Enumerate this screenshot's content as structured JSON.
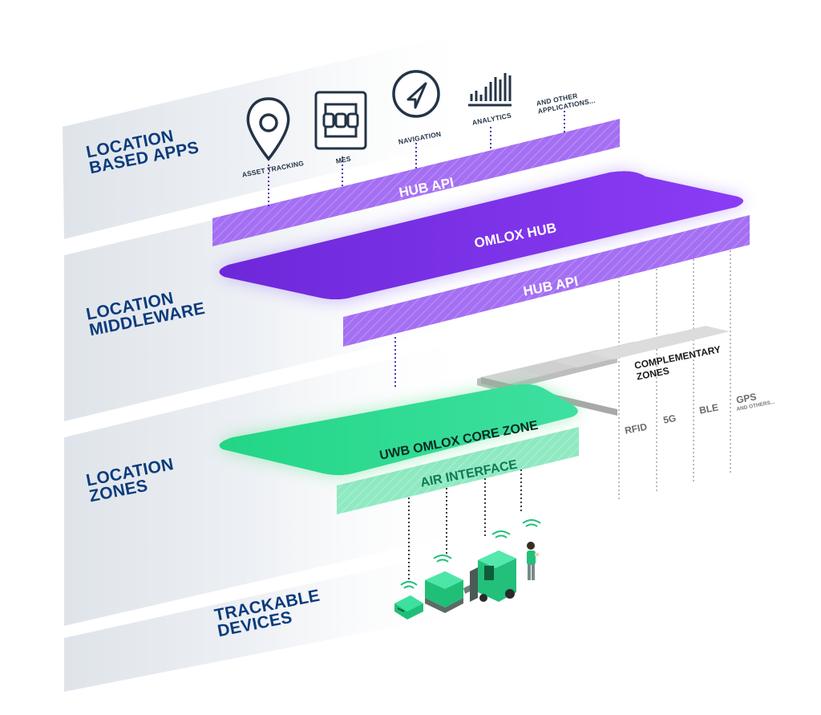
{
  "layers": {
    "apps": [
      "LOCATION",
      "BASED APPS"
    ],
    "middleware": [
      "LOCATION",
      "MIDDLEWARE"
    ],
    "zones": [
      "LOCATION",
      "ZONES"
    ],
    "devices": [
      "TRACKABLE",
      "DEVICES"
    ]
  },
  "apps": [
    {
      "label": "ASSET TRACKING",
      "icon": "map-pin-icon"
    },
    {
      "label": "MES",
      "icon": "mes-grid-icon"
    },
    {
      "label": "NAVIGATION",
      "icon": "navigation-arrow-icon"
    },
    {
      "label": "ANALYTICS",
      "icon": "bar-chart-icon"
    },
    {
      "label": "AND OTHER",
      "label2": "APPLICATIONS...",
      "icon": "none"
    }
  ],
  "slabs": {
    "hub_api_top": "HUB API",
    "omlox_hub": "OMLOX HUB",
    "hub_api_bottom": "HUB API",
    "core_zone": "UWB OMLOX CORE ZONE",
    "air_interface": "AIR INTERFACE"
  },
  "complementary": {
    "title": [
      "COMPLEMENTARY",
      "ZONES"
    ],
    "technologies": [
      "RFID",
      "5G",
      "BLE",
      "GPS"
    ],
    "gps_note": "AND OTHERS..."
  },
  "devices": [
    "asset-tag-icon",
    "pallet-icon",
    "forklift-icon",
    "worker-icon"
  ],
  "colors": {
    "navy": "#0b3b7c",
    "purple": "#7c3aed",
    "purple_light": "#a56ef2",
    "green": "#2fd88f",
    "green_light": "#8ee8bf",
    "gray_panel": "#e3e8ee"
  }
}
